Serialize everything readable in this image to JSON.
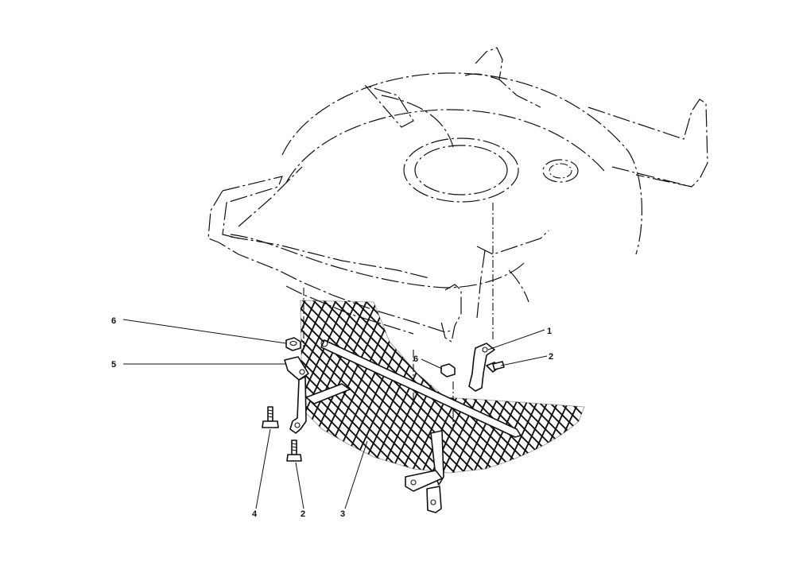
{
  "callouts": [
    {
      "id": "c1",
      "label": "1"
    },
    {
      "id": "c2a",
      "label": "2"
    },
    {
      "id": "c2b",
      "label": "2"
    },
    {
      "id": "c3",
      "label": "3"
    },
    {
      "id": "c4",
      "label": "4"
    },
    {
      "id": "c5",
      "label": "5"
    },
    {
      "id": "c6a",
      "label": "6"
    },
    {
      "id": "c6b",
      "label": "6"
    }
  ]
}
